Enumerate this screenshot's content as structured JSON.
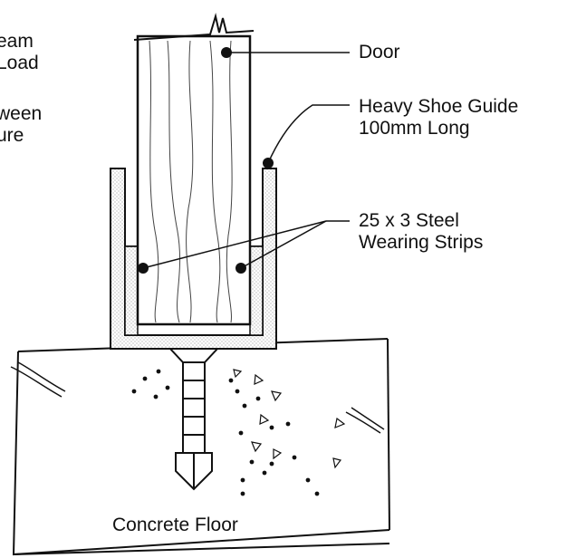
{
  "labels": {
    "door": "Door",
    "shoe_guide_line1": "Heavy Shoe Guide",
    "shoe_guide_line2": "100mm Long",
    "strips_line1": "25 x 3 Steel",
    "strips_line2": "Wearing Strips",
    "floor": "Concrete Floor"
  },
  "cropped_text": {
    "line1": "eam",
    "line2": "Load",
    "line3": "ween",
    "line4": "ure"
  },
  "colors": {
    "ink": "#111111",
    "stipple": "#bbbbbb",
    "paper": "#ffffff"
  }
}
